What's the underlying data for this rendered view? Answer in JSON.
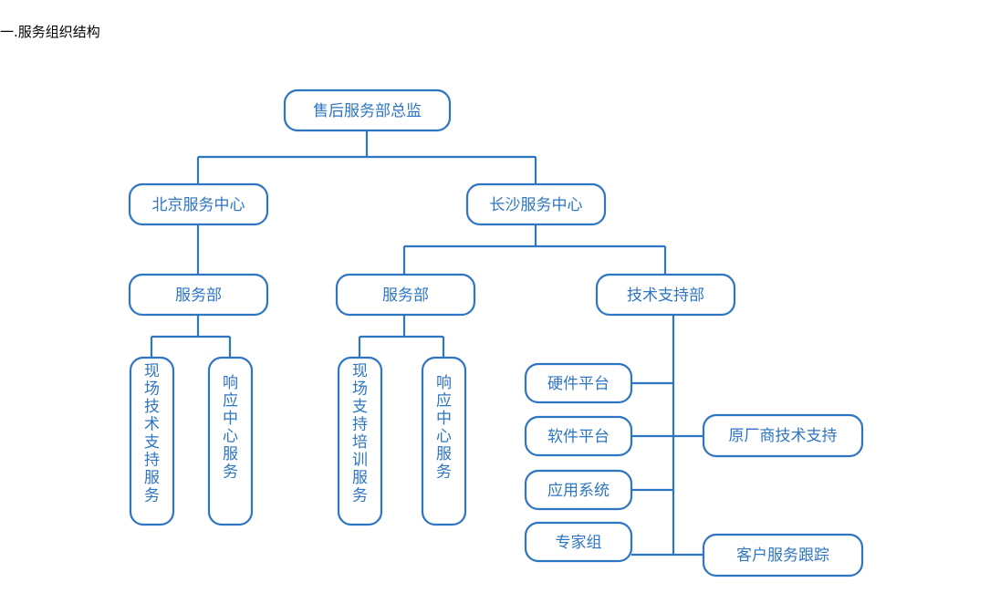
{
  "page": {
    "title": "一.服务组织结构",
    "background_color": "#ffffff",
    "accent_color": "#2E75C3",
    "title_color": "#000000"
  },
  "diagram": {
    "type": "org-chart",
    "orientation": "top-down",
    "node_shape": "rounded-rectangle",
    "line_color": "#2E75C3",
    "nodes": {
      "root": {
        "label": "售后服务部总监",
        "level": 1
      },
      "beijing_center": {
        "label": "北京服务中心",
        "level": 2
      },
      "changsha_center": {
        "label": "长沙服务中心",
        "level": 2
      },
      "beijing_service_dept": {
        "label": "服务部",
        "level": 3
      },
      "changsha_service_dept": {
        "label": "服务部",
        "level": 3
      },
      "tech_support_dept": {
        "label": "技术支持部",
        "level": 3
      },
      "bj_field_tech_support": {
        "label": "现场技术支持服务",
        "level": 4,
        "text_direction": "vertical"
      },
      "bj_response_center": {
        "label": "响应中心服务",
        "level": 4,
        "text_direction": "vertical"
      },
      "cs_field_training": {
        "label": "现场支持培训服务",
        "level": 4,
        "text_direction": "vertical"
      },
      "cs_response_center": {
        "label": "响应中心服务",
        "level": 4,
        "text_direction": "vertical"
      },
      "hardware_platform": {
        "label": "硬件平台",
        "level": 4
      },
      "software_platform": {
        "label": "软件平台",
        "level": 4
      },
      "application_system": {
        "label": "应用系统",
        "level": 4
      },
      "expert_group": {
        "label": "专家组",
        "level": 4
      },
      "oem_tech_support": {
        "label": "原厂商技术支持",
        "level": 5
      },
      "customer_service_tracking": {
        "label": "客户服务跟踪",
        "level": 5
      }
    },
    "edges": [
      {
        "from": "root",
        "to": "beijing_center"
      },
      {
        "from": "root",
        "to": "changsha_center"
      },
      {
        "from": "beijing_center",
        "to": "beijing_service_dept"
      },
      {
        "from": "changsha_center",
        "to": "changsha_service_dept"
      },
      {
        "from": "changsha_center",
        "to": "tech_support_dept"
      },
      {
        "from": "beijing_service_dept",
        "to": "bj_field_tech_support"
      },
      {
        "from": "beijing_service_dept",
        "to": "bj_response_center"
      },
      {
        "from": "changsha_service_dept",
        "to": "cs_field_training"
      },
      {
        "from": "changsha_service_dept",
        "to": "cs_response_center"
      },
      {
        "from": "tech_support_dept",
        "to": "hardware_platform"
      },
      {
        "from": "tech_support_dept",
        "to": "software_platform"
      },
      {
        "from": "tech_support_dept",
        "to": "application_system"
      },
      {
        "from": "tech_support_dept",
        "to": "expert_group"
      },
      {
        "from": "tech_support_dept",
        "to": "oem_tech_support"
      },
      {
        "from": "tech_support_dept",
        "to": "customer_service_tracking"
      }
    ]
  }
}
